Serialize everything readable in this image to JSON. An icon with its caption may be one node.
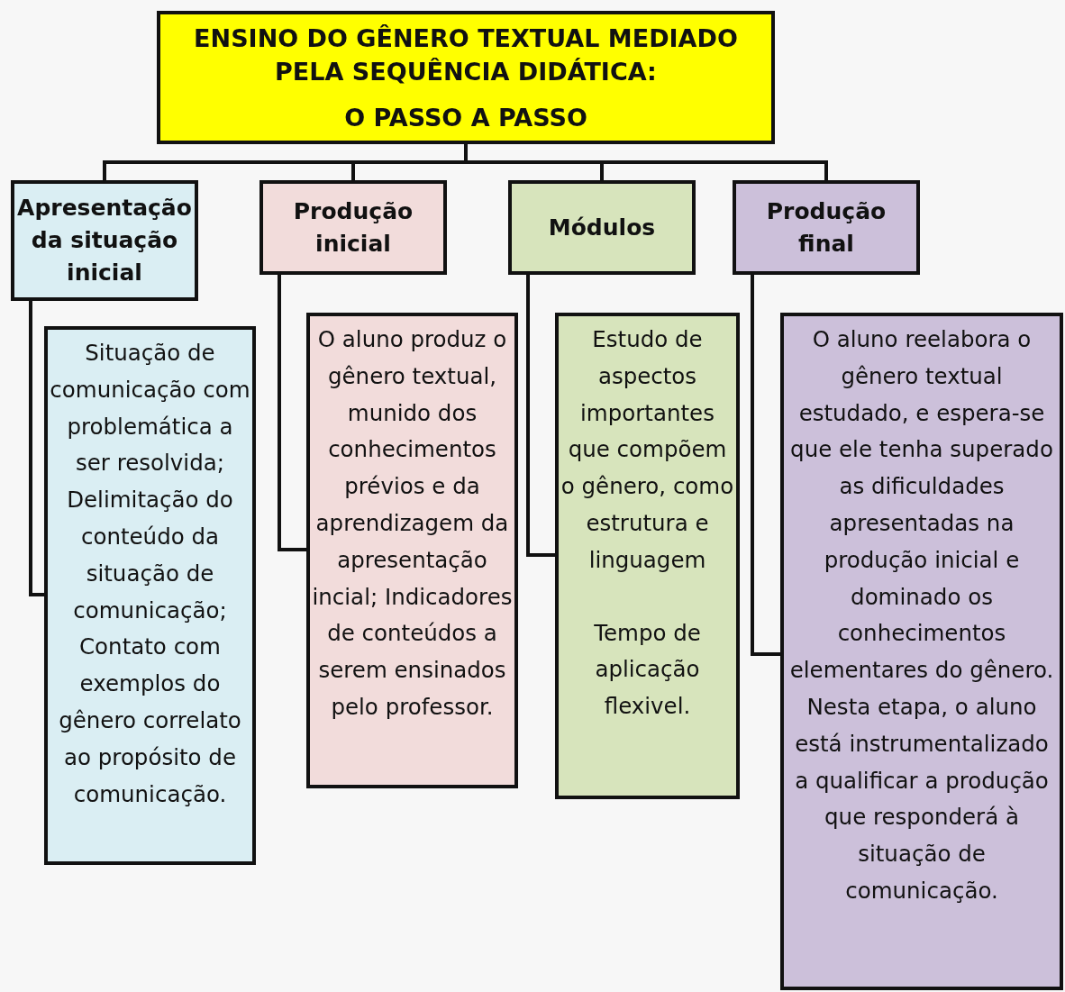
{
  "diagram": {
    "nodes": [
      {
        "text": [
          "ENSINO DO GÊNERO TEXTUAL MEDIADO PELA SEQUÊNCIA DIDÁTICA:",
          "O PASSO A PASSO"
        ]
      },
      {
        "text": [
          "Apresentação da situação inicial"
        ]
      },
      {
        "text": [
          "Produção inicial"
        ]
      },
      {
        "text": [
          "Módulos"
        ]
      },
      {
        "text": [
          "Produção final"
        ]
      },
      {
        "text": [
          "Situação de comunicação com problemática  a ser resolvida; Delimitação do conteúdo da situação de comunicação; Contato com exemplos do gênero correlato ao propósito de comunicação."
        ]
      },
      {
        "text": [
          "O aluno produz o gênero textual, munido dos conhecimentos prévios e da aprendizagem da apresentação incial; Indicadores de conteúdos a serem ensinados pelo professor."
        ]
      },
      {
        "text": [
          "Estudo de aspectos importantes que compõem o gênero, como estrutura e linguagem",
          "Tempo de aplicação flexivel."
        ]
      },
      {
        "text": [
          "O aluno reelabora o gênero textual estudado, e espera-se que ele tenha superado as dificuldades apresentadas na produção inicial  e dominado os conhecimentos elementares do gênero. Nesta etapa, o aluno está instrumentalizado a qualificar a produção que responderá à situação de comunicação."
        ]
      }
    ],
    "edges": [
      {
        "from": 0,
        "to": 1,
        "arrow": "none"
      },
      {
        "from": 0,
        "to": 2,
        "arrow": "none"
      },
      {
        "from": 0,
        "to": 3,
        "arrow": "none"
      },
      {
        "from": 0,
        "to": 4,
        "arrow": "none"
      },
      {
        "from": 1,
        "to": 5,
        "arrow": "none"
      },
      {
        "from": 2,
        "to": 6,
        "arrow": "none"
      },
      {
        "from": 3,
        "to": 7,
        "arrow": "none"
      },
      {
        "from": 4,
        "to": 8,
        "arrow": "none"
      }
    ]
  }
}
